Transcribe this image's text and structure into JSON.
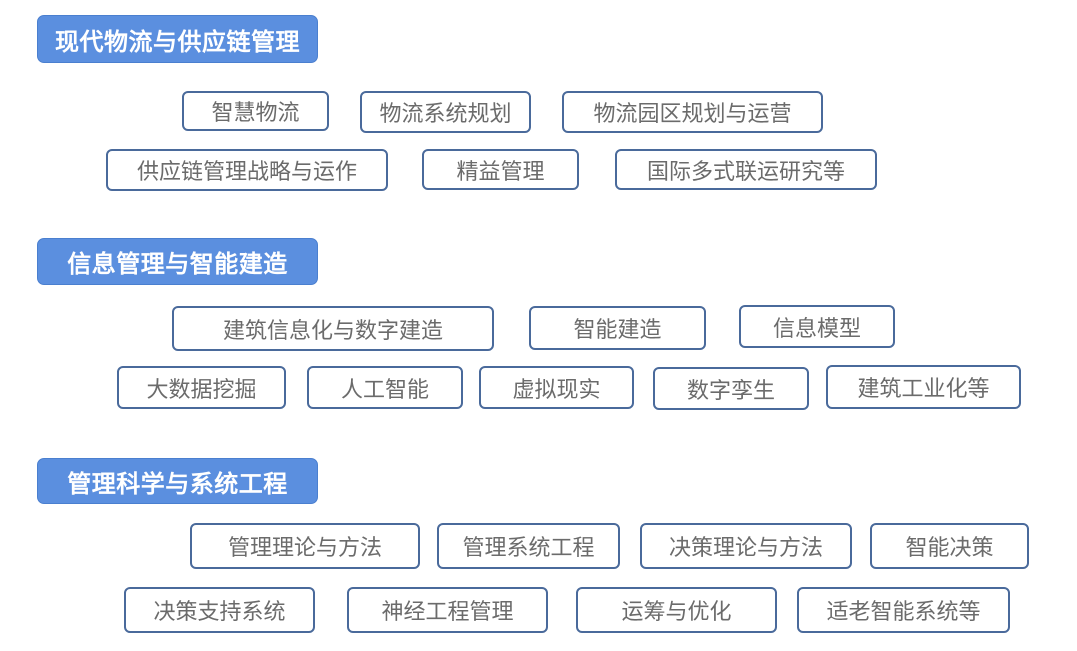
{
  "sections": [
    {
      "title": "现代物流与供应链管理",
      "topics": [
        "智慧物流",
        "物流系统规划",
        "物流园区规划与运营",
        "供应链管理战略与运作",
        "精益管理",
        "国际多式联运研究等"
      ]
    },
    {
      "title": "信息管理与智能建造",
      "topics": [
        "建筑信息化与数字建造",
        "智能建造",
        "信息模型",
        "大数据挖掘",
        "人工智能",
        "虚拟现实",
        "数字孪生",
        "建筑工业化等"
      ]
    },
    {
      "title": "管理科学与系统工程",
      "topics": [
        "管理理论与方法",
        "管理系统工程",
        "决策理论与方法",
        "智能决策",
        "决策支持系统",
        "神经工程管理",
        "运筹与优化",
        "适老智能系统等"
      ]
    }
  ]
}
